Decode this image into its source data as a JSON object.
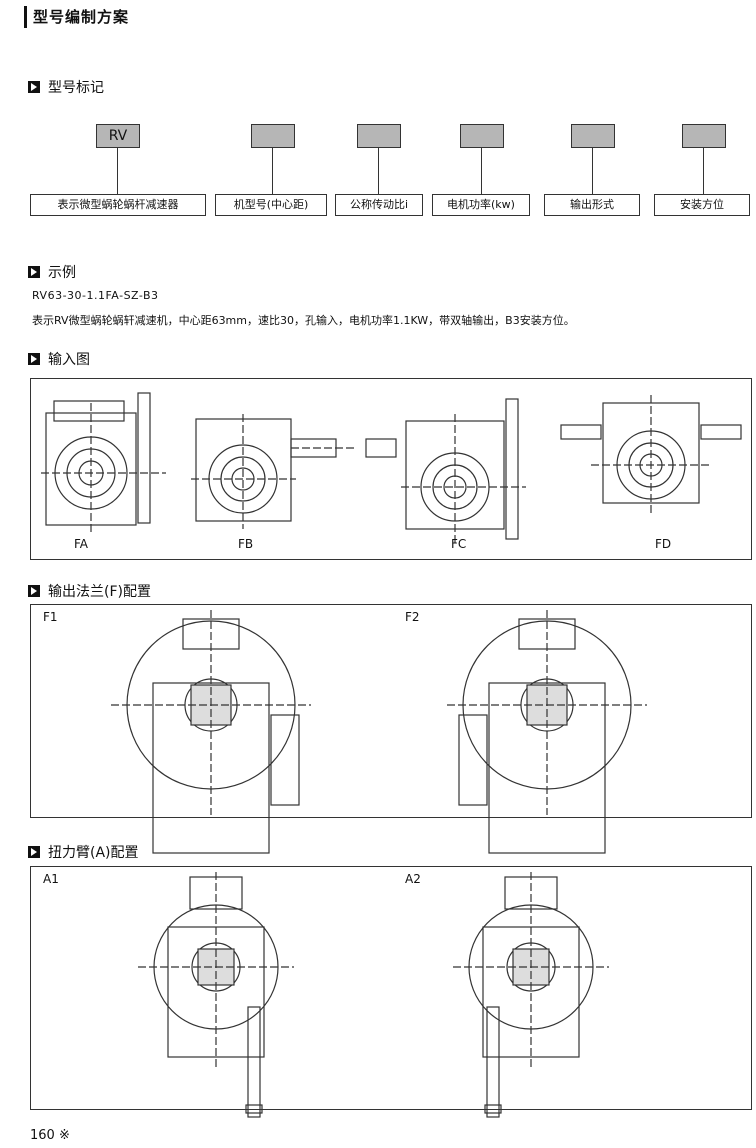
{
  "header": {
    "title": "型号编制方案"
  },
  "model_mark": {
    "heading": "型号标记",
    "code_box": "RV",
    "labels": [
      "表示微型蜗轮蜗杆减速器",
      "机型号(中心距)",
      "公称传动比i",
      "电机功率(kw)",
      "输出形式",
      "安装方位"
    ]
  },
  "example": {
    "heading": "示例",
    "code": "RV63-30-1.1FA-SZ-B3",
    "description": "表示RV微型蜗轮蜗轩减速机，中心距63mm，速比30，孔输入，电机功率1.1KW，带双轴输出，B3安装方位。"
  },
  "input_diagram": {
    "heading": "输入图",
    "labels": [
      "FA",
      "FB",
      "FC",
      "FD"
    ]
  },
  "flange": {
    "heading": "输出法兰(F)配置",
    "labels": [
      "F1",
      "F2"
    ]
  },
  "torque_arm": {
    "heading": "扭力臂(A)配置",
    "labels": [
      "A1",
      "A2"
    ]
  },
  "footer": {
    "page": "160 ※"
  },
  "colors": {
    "box_fill": "#b6b6b6",
    "line": "#333333"
  }
}
